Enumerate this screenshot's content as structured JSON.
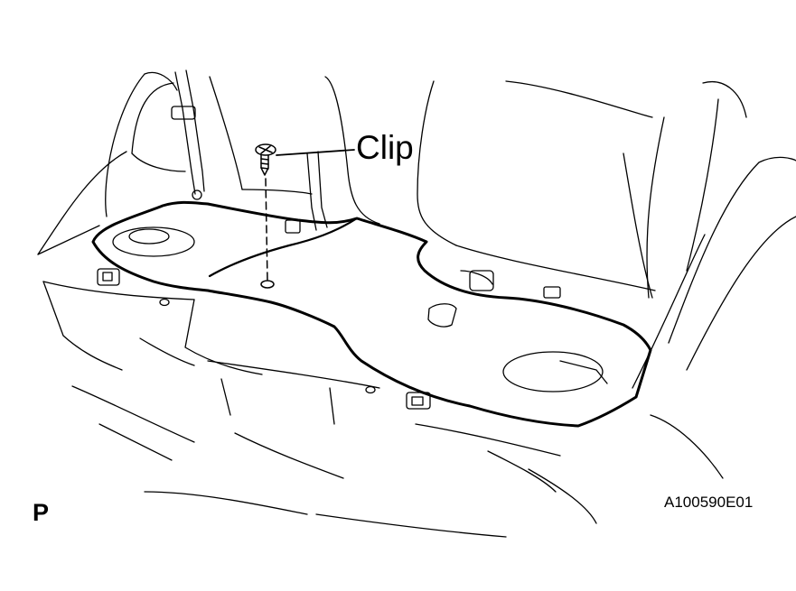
{
  "diagram": {
    "callout_label": "Clip",
    "view_mark": "P",
    "figure_code": "A100590E01"
  },
  "colors": {
    "line": "#000000",
    "background": "#ffffff"
  }
}
